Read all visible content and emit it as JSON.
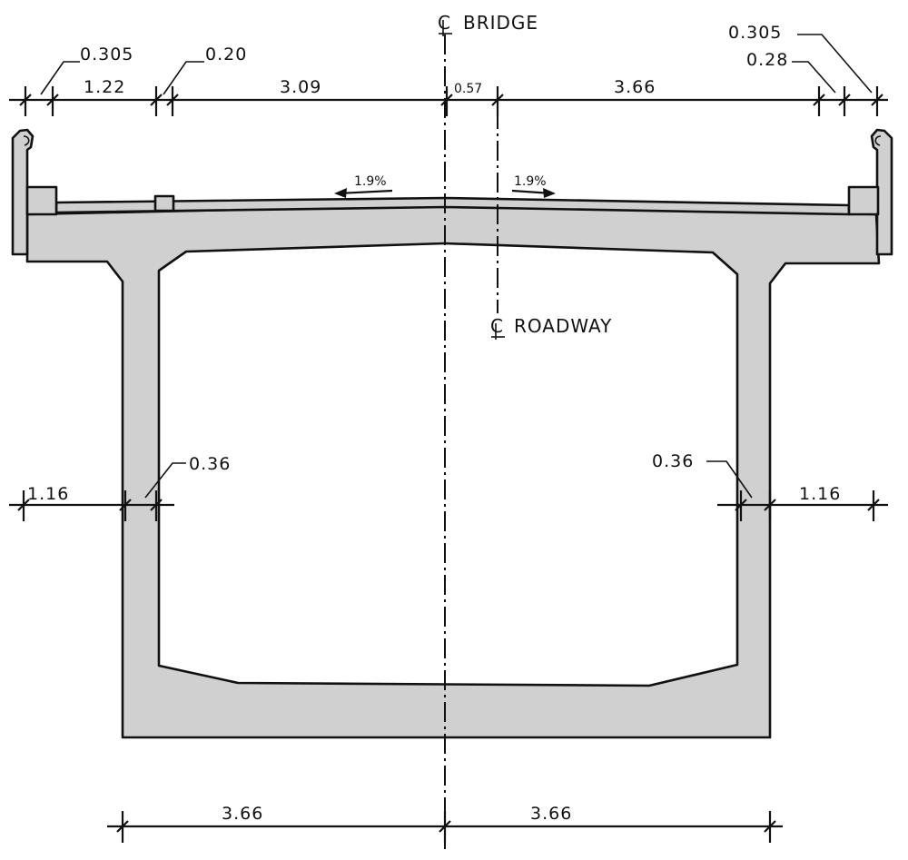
{
  "centerline_bridge": {
    "label": "BRIDGE"
  },
  "centerline_roadway": {
    "label": "ROADWAY"
  },
  "top_dimensions": [
    {
      "label": "0.305"
    },
    {
      "label": "1.22"
    },
    {
      "label": "0.20"
    },
    {
      "label": "3.09"
    },
    {
      "label": "0.57"
    },
    {
      "label": "3.66"
    },
    {
      "label": "0.28"
    },
    {
      "label": "0.305"
    }
  ],
  "slopes": [
    {
      "label": "1.9%"
    },
    {
      "label": "1.9%"
    }
  ],
  "web_dimensions": {
    "left_overhang": "1.16",
    "left_web": "0.36",
    "right_web": "0.36",
    "right_overhang": "1.16"
  },
  "bottom_dimensions": [
    {
      "label": "3.66"
    },
    {
      "label": "3.66"
    }
  ]
}
